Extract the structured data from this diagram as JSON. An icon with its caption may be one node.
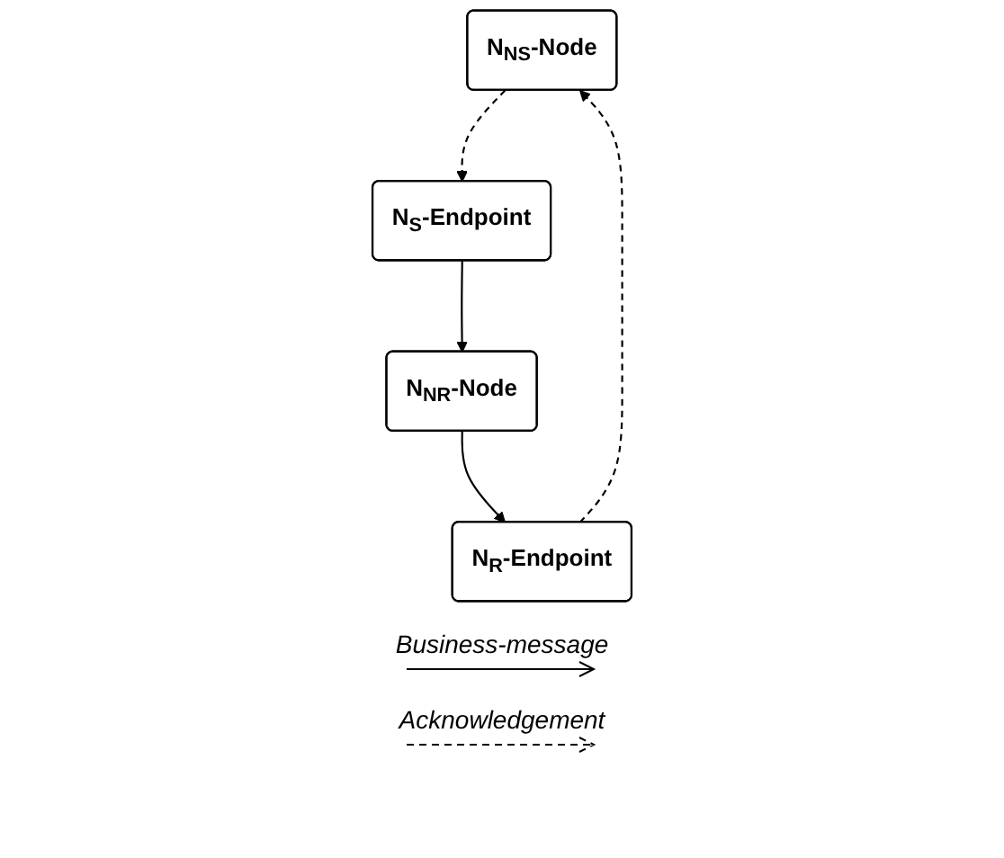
{
  "diagram": {
    "nodes": [
      {
        "text": [
          "N$_{NS}$-Node"
        ]
      },
      {
        "text": [
          "N$_{NR}$-Node"
        ]
      },
      {
        "text": [
          "N$_{S}$-Endpoint"
        ]
      },
      {
        "text": [
          "N$_{R}$-Endpoint"
        ]
      }
    ],
    "edges": [
      {
        "from": 0,
        "to": 2,
        "arrow": "to",
        "style": "dashed"
      },
      {
        "from": 2,
        "to": 1,
        "arrow": "to"
      },
      {
        "from": 1,
        "to": 3,
        "arrow": "to"
      },
      {
        "from": 3,
        "to": 0,
        "arrow": "to",
        "style": "dashed"
      }
    ],
    "legend": [
      {
        "text": "Business-message"
      },
      {
        "text": "Acknowledgement"
      }
    ]
  }
}
